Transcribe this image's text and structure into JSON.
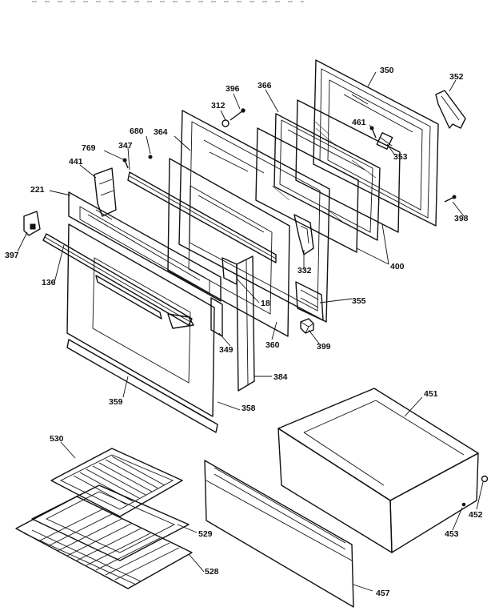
{
  "header": {
    "text": ""
  },
  "callouts": [
    {
      "id": "350"
    },
    {
      "id": "352"
    },
    {
      "id": "396"
    },
    {
      "id": "366"
    },
    {
      "id": "312"
    },
    {
      "id": "680"
    },
    {
      "id": "364"
    },
    {
      "id": "461"
    },
    {
      "id": "353"
    },
    {
      "id": "769"
    },
    {
      "id": "347"
    },
    {
      "id": "441"
    },
    {
      "id": "221"
    },
    {
      "id": "398"
    },
    {
      "id": "397"
    },
    {
      "id": "400"
    },
    {
      "id": "332"
    },
    {
      "id": "136"
    },
    {
      "id": "18"
    },
    {
      "id": "355"
    },
    {
      "id": "349"
    },
    {
      "id": "360"
    },
    {
      "id": "399"
    },
    {
      "id": "384"
    },
    {
      "id": "359"
    },
    {
      "id": "358"
    },
    {
      "id": "451"
    },
    {
      "id": "530"
    },
    {
      "id": "452"
    },
    {
      "id": "453"
    },
    {
      "id": "529"
    },
    {
      "id": "528"
    },
    {
      "id": "457"
    }
  ]
}
